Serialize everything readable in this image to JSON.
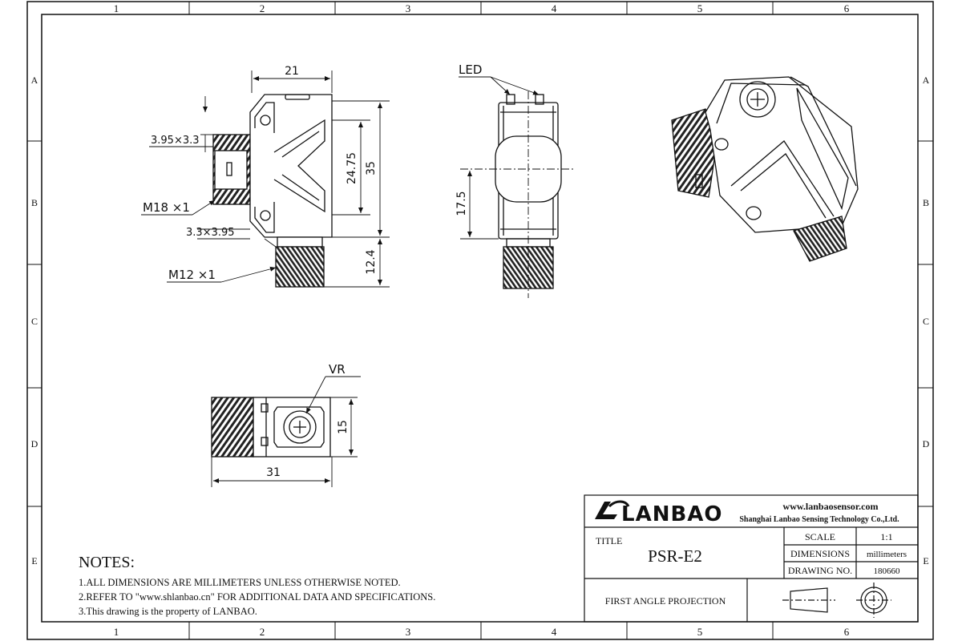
{
  "grid": {
    "columns": [
      "1",
      "2",
      "3",
      "4",
      "5",
      "6"
    ],
    "rows": [
      "A",
      "B",
      "C",
      "D",
      "E"
    ]
  },
  "front_view": {
    "width": "21",
    "thread_pitch_top": "3.95×3.3",
    "thread_pitch_bottom": "3.3×3.95",
    "m18": "M18 ×1",
    "m12": "M12 ×1",
    "inner_height": "24.75",
    "height": "35",
    "connector_length": "12.4"
  },
  "side_view": {
    "led_label": "LED",
    "axis_height": "17.5"
  },
  "top_view": {
    "vr_label": "VR",
    "height": "15",
    "length": "31"
  },
  "notes": {
    "heading": "NOTES:",
    "items": [
      "1.ALL DIMENSIONS ARE MILLIMETERS UNLESS OTHERWISE NOTED.",
      "2.REFER TO \"www.shlanbao.cn\" FOR ADDITIONAL DATA AND SPECIFICATIONS.",
      "3.This drawing is the property of LANBAO."
    ]
  },
  "title_block": {
    "logo": "LANBAO",
    "website": "www.lanbaosensor.com",
    "company": "Shanghai Lanbao Sensing Technology Co.,Ltd.",
    "title_label": "TITLE",
    "title": "PSR-E2",
    "scale_label": "SCALE",
    "scale": "1:1",
    "dimensions_label": "DIMENSIONS",
    "dimensions": "millimeters",
    "drawing_no_label": "DRAWING NO.",
    "drawing_no": "180660",
    "projection": "FIRST ANGLE PROJECTION"
  }
}
